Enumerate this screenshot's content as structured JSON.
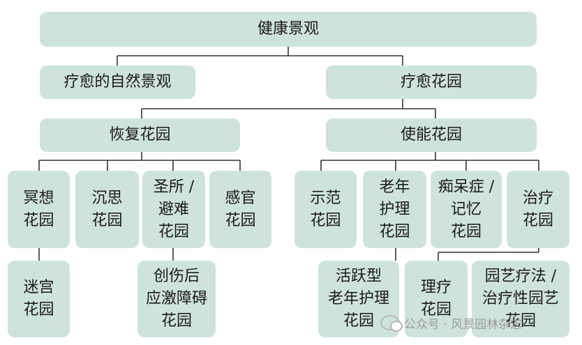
{
  "diagram": {
    "root": "健康景观",
    "level1": {
      "healing_landscape": "疗愈的自然景观",
      "healing_garden": "疗愈花园"
    },
    "level2": {
      "restorative": "恢复花园",
      "enabling": "使能花园"
    },
    "level3": {
      "meditation": "冥想\n花园",
      "contemplation": "沉思\n花园",
      "sanctuary": "圣所 /\n避难\n花园",
      "sensory": "感官\n花园",
      "demonstration": "示范\n花园",
      "elderly_care": "老年\n护理\n花园",
      "dementia": "痴呆症 /\n记忆\n花园",
      "therapy": "治疗\n花园"
    },
    "level4": {
      "labyrinth": "迷宫\n花园",
      "trauma": "创伤后\n应激障碍\n花园",
      "active_elderly": "活跃型\n老年护理\n花园",
      "physiotherapy": "理疗\n花园",
      "horticultural": "园艺疗法 /\n治疗性园艺\n花园"
    }
  },
  "watermark": "公众号 · 风景园林杂志",
  "colors": {
    "node_fill": "#cfe3dd",
    "connector": "#333333"
  }
}
